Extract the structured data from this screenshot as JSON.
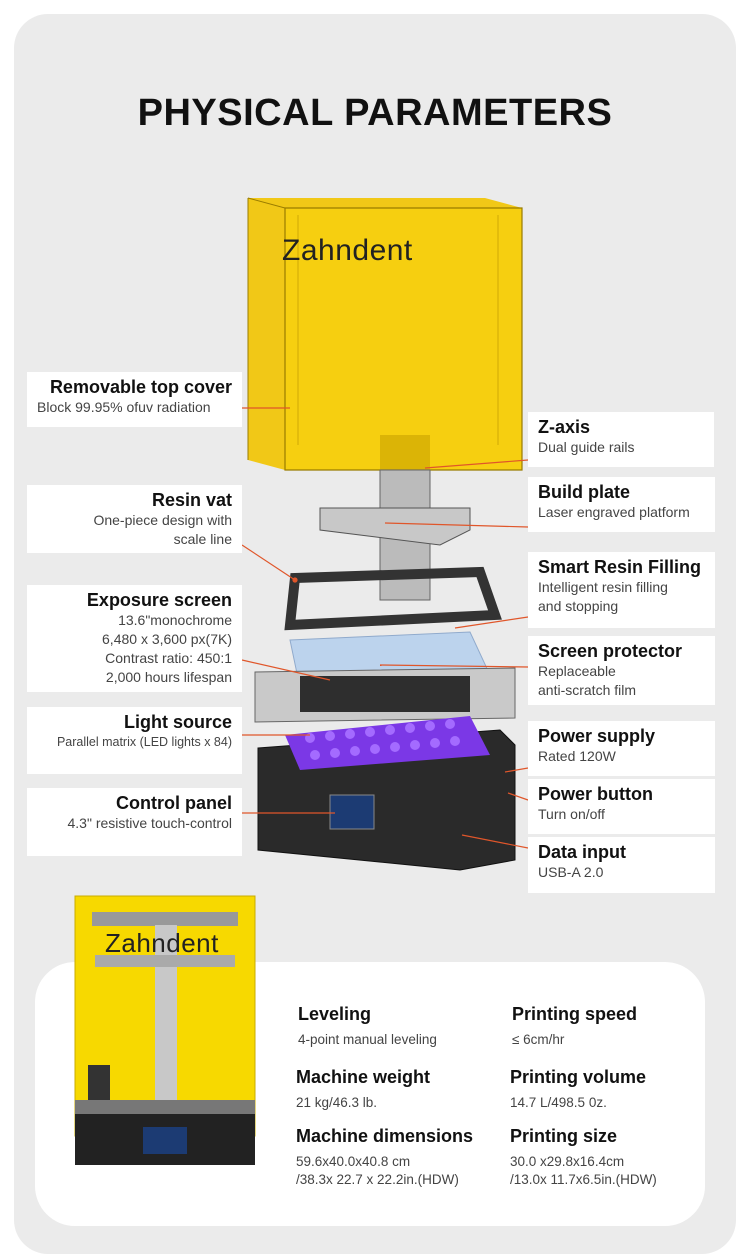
{
  "title": "PHYSICAL PARAMETERS",
  "brand": "Zahndent",
  "callouts_left": [
    {
      "title": "Removable top cover",
      "desc": "Block 99.95% ofuv radiation"
    },
    {
      "title": "Resin vat",
      "desc": "One-piece design with\nscale line"
    },
    {
      "title": "Exposure screen",
      "desc": "13.6\"monochrome\n6,480 x 3,600 px(7K)\nContrast ratio: 450:1\n2,000 hours lifespan"
    },
    {
      "title": "Light source",
      "desc": "Parallel matrix (LED lights x 84)"
    },
    {
      "title": "Control panel",
      "desc": "4.3\" resistive touch-control"
    }
  ],
  "callouts_right": [
    {
      "title": "Z-axis",
      "desc": "Dual guide rails"
    },
    {
      "title": "Build plate",
      "desc": "Laser engraved platform"
    },
    {
      "title": "Smart Resin Filling",
      "desc": "Intelligent resin filling\nand stopping"
    },
    {
      "title": "Screen protector",
      "desc": "Replaceable\nanti-scratch film"
    },
    {
      "title": "Power supply",
      "desc": "Rated 120W"
    },
    {
      "title": "Power button",
      "desc": "Turn on/off"
    },
    {
      "title": "Data input",
      "desc": "USB-A 2.0"
    }
  ],
  "specs": [
    {
      "title": "Leveling",
      "desc": "4-point manual leveling"
    },
    {
      "title": "Printing speed",
      "desc": "≤ 6cm/hr"
    },
    {
      "title": "Machine weight",
      "desc": "21 kg/46.3 lb."
    },
    {
      "title": "Printing volume",
      "desc": "14.7 L/498.5 0z."
    },
    {
      "title": "Machine dimensions",
      "desc": "59.6x40.0x40.8 cm\n/38.3x 22.7 x 22.2in.(HDW)"
    },
    {
      "title": "Printing size",
      "desc": "30.0 x29.8x16.4cm\n/13.0x 11.7x6.5in.(HDW)"
    }
  ],
  "colors": {
    "accent": "#e0562a",
    "cover": "#f2c200",
    "led": "#8a3ff0"
  }
}
